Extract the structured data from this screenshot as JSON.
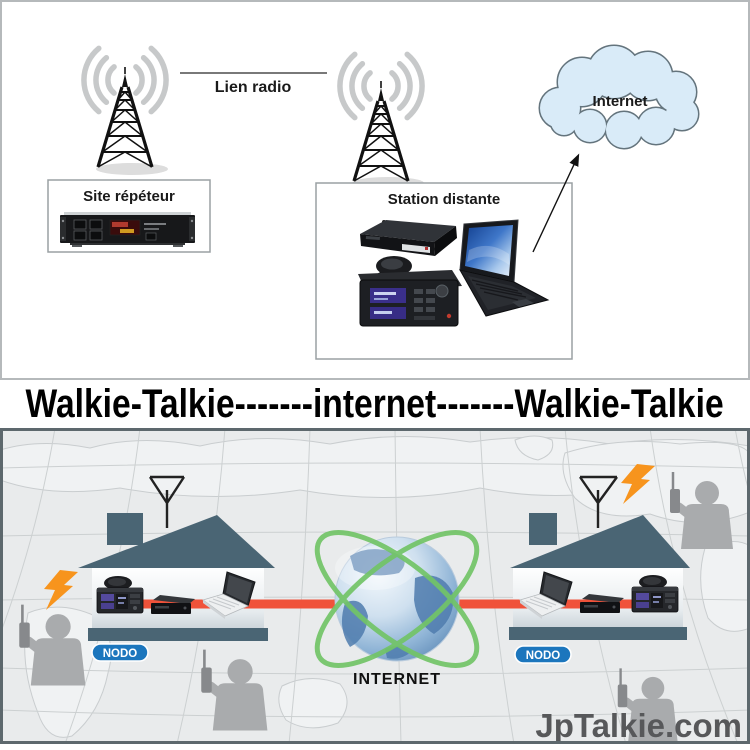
{
  "top": {
    "radio_link_label": "Lien radio",
    "repeater_label": "Site répéteur",
    "station_label": "Station distante",
    "cloud_label": "Internet"
  },
  "middle": {
    "headline": "Walkie-Talkie-------internet-------Walkie-Talkie"
  },
  "bottom": {
    "node_left": "NODO",
    "node_right": "NODO",
    "globe_label": "INTERNET",
    "watermark": "JpTalkie.com"
  },
  "colors": {
    "link_red": "#f0523a",
    "node_blue": "#1c76bd",
    "lightning_orange": "#f7941d",
    "house_slate": "#4a6574",
    "orbit_green": "#72c467",
    "cloud_fill": "#d9ebf8",
    "map_bg": "#e9ebec",
    "person_gray": "#a9abad",
    "watermark_gray": "#57585a"
  }
}
